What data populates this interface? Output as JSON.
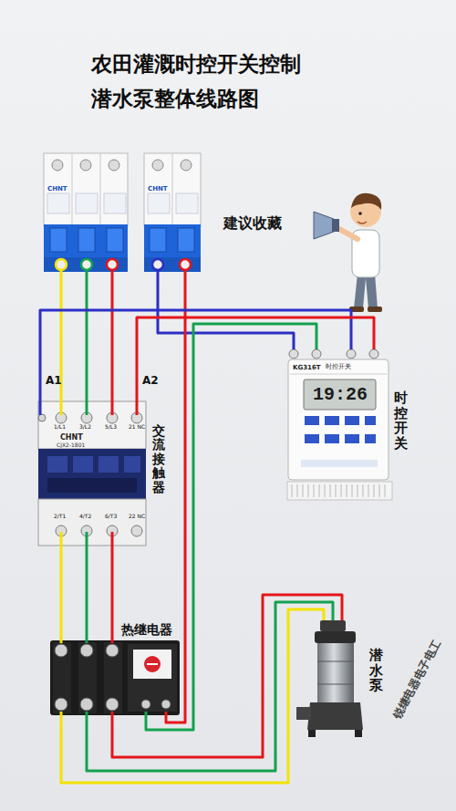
{
  "diagram": {
    "title": "农田灌溉时控开关控制 潜水泵整体线路图",
    "nodes": [
      {
        "text": [
          "CHNT"
        ]
      },
      {
        "text": [
          "CHNT"
        ]
      },
      {
        "text": [
          "KG316T",
          "时控开关",
          "19:26",
          "时控开关"
        ]
      },
      {
        "text": [
          "CHNT",
          "CJX2-1801",
          "交流接触器"
        ]
      },
      {
        "text": [
          "热继电器"
        ]
      },
      {
        "text": [
          "潜水泵"
        ]
      }
    ],
    "edges": [
      {
        "from": 0,
        "to": 3,
        "arrow": "none"
      },
      {
        "from": 0,
        "to": 3,
        "arrow": "none"
      },
      {
        "from": 0,
        "to": 3,
        "arrow": "none"
      },
      {
        "from": 1,
        "to": 2,
        "arrow": "none"
      },
      {
        "from": 1,
        "to": 4,
        "arrow": "none"
      },
      {
        "from": 2,
        "to": 3,
        "arrow": "none"
      },
      {
        "from": 2,
        "to": 3,
        "arrow": "none"
      },
      {
        "from": 2,
        "to": 4,
        "arrow": "none"
      },
      {
        "from": 3,
        "to": 4,
        "arrow": "none"
      },
      {
        "from": 3,
        "to": 4,
        "arrow": "none"
      },
      {
        "from": 3,
        "to": 4,
        "arrow": "none"
      },
      {
        "from": 4,
        "to": 5,
        "arrow": "none"
      },
      {
        "from": 4,
        "to": 5,
        "arrow": "none"
      },
      {
        "from": 4,
        "to": 5,
        "arrow": "none"
      }
    ],
    "labels": [
      "建议收藏",
      "A1",
      "A2",
      "1/L1",
      "3/L2",
      "5/L3",
      "21 NC",
      "2/T1",
      "4/T2",
      "6/T3",
      "22 NC",
      "锐继电器电子电工"
    ]
  }
}
